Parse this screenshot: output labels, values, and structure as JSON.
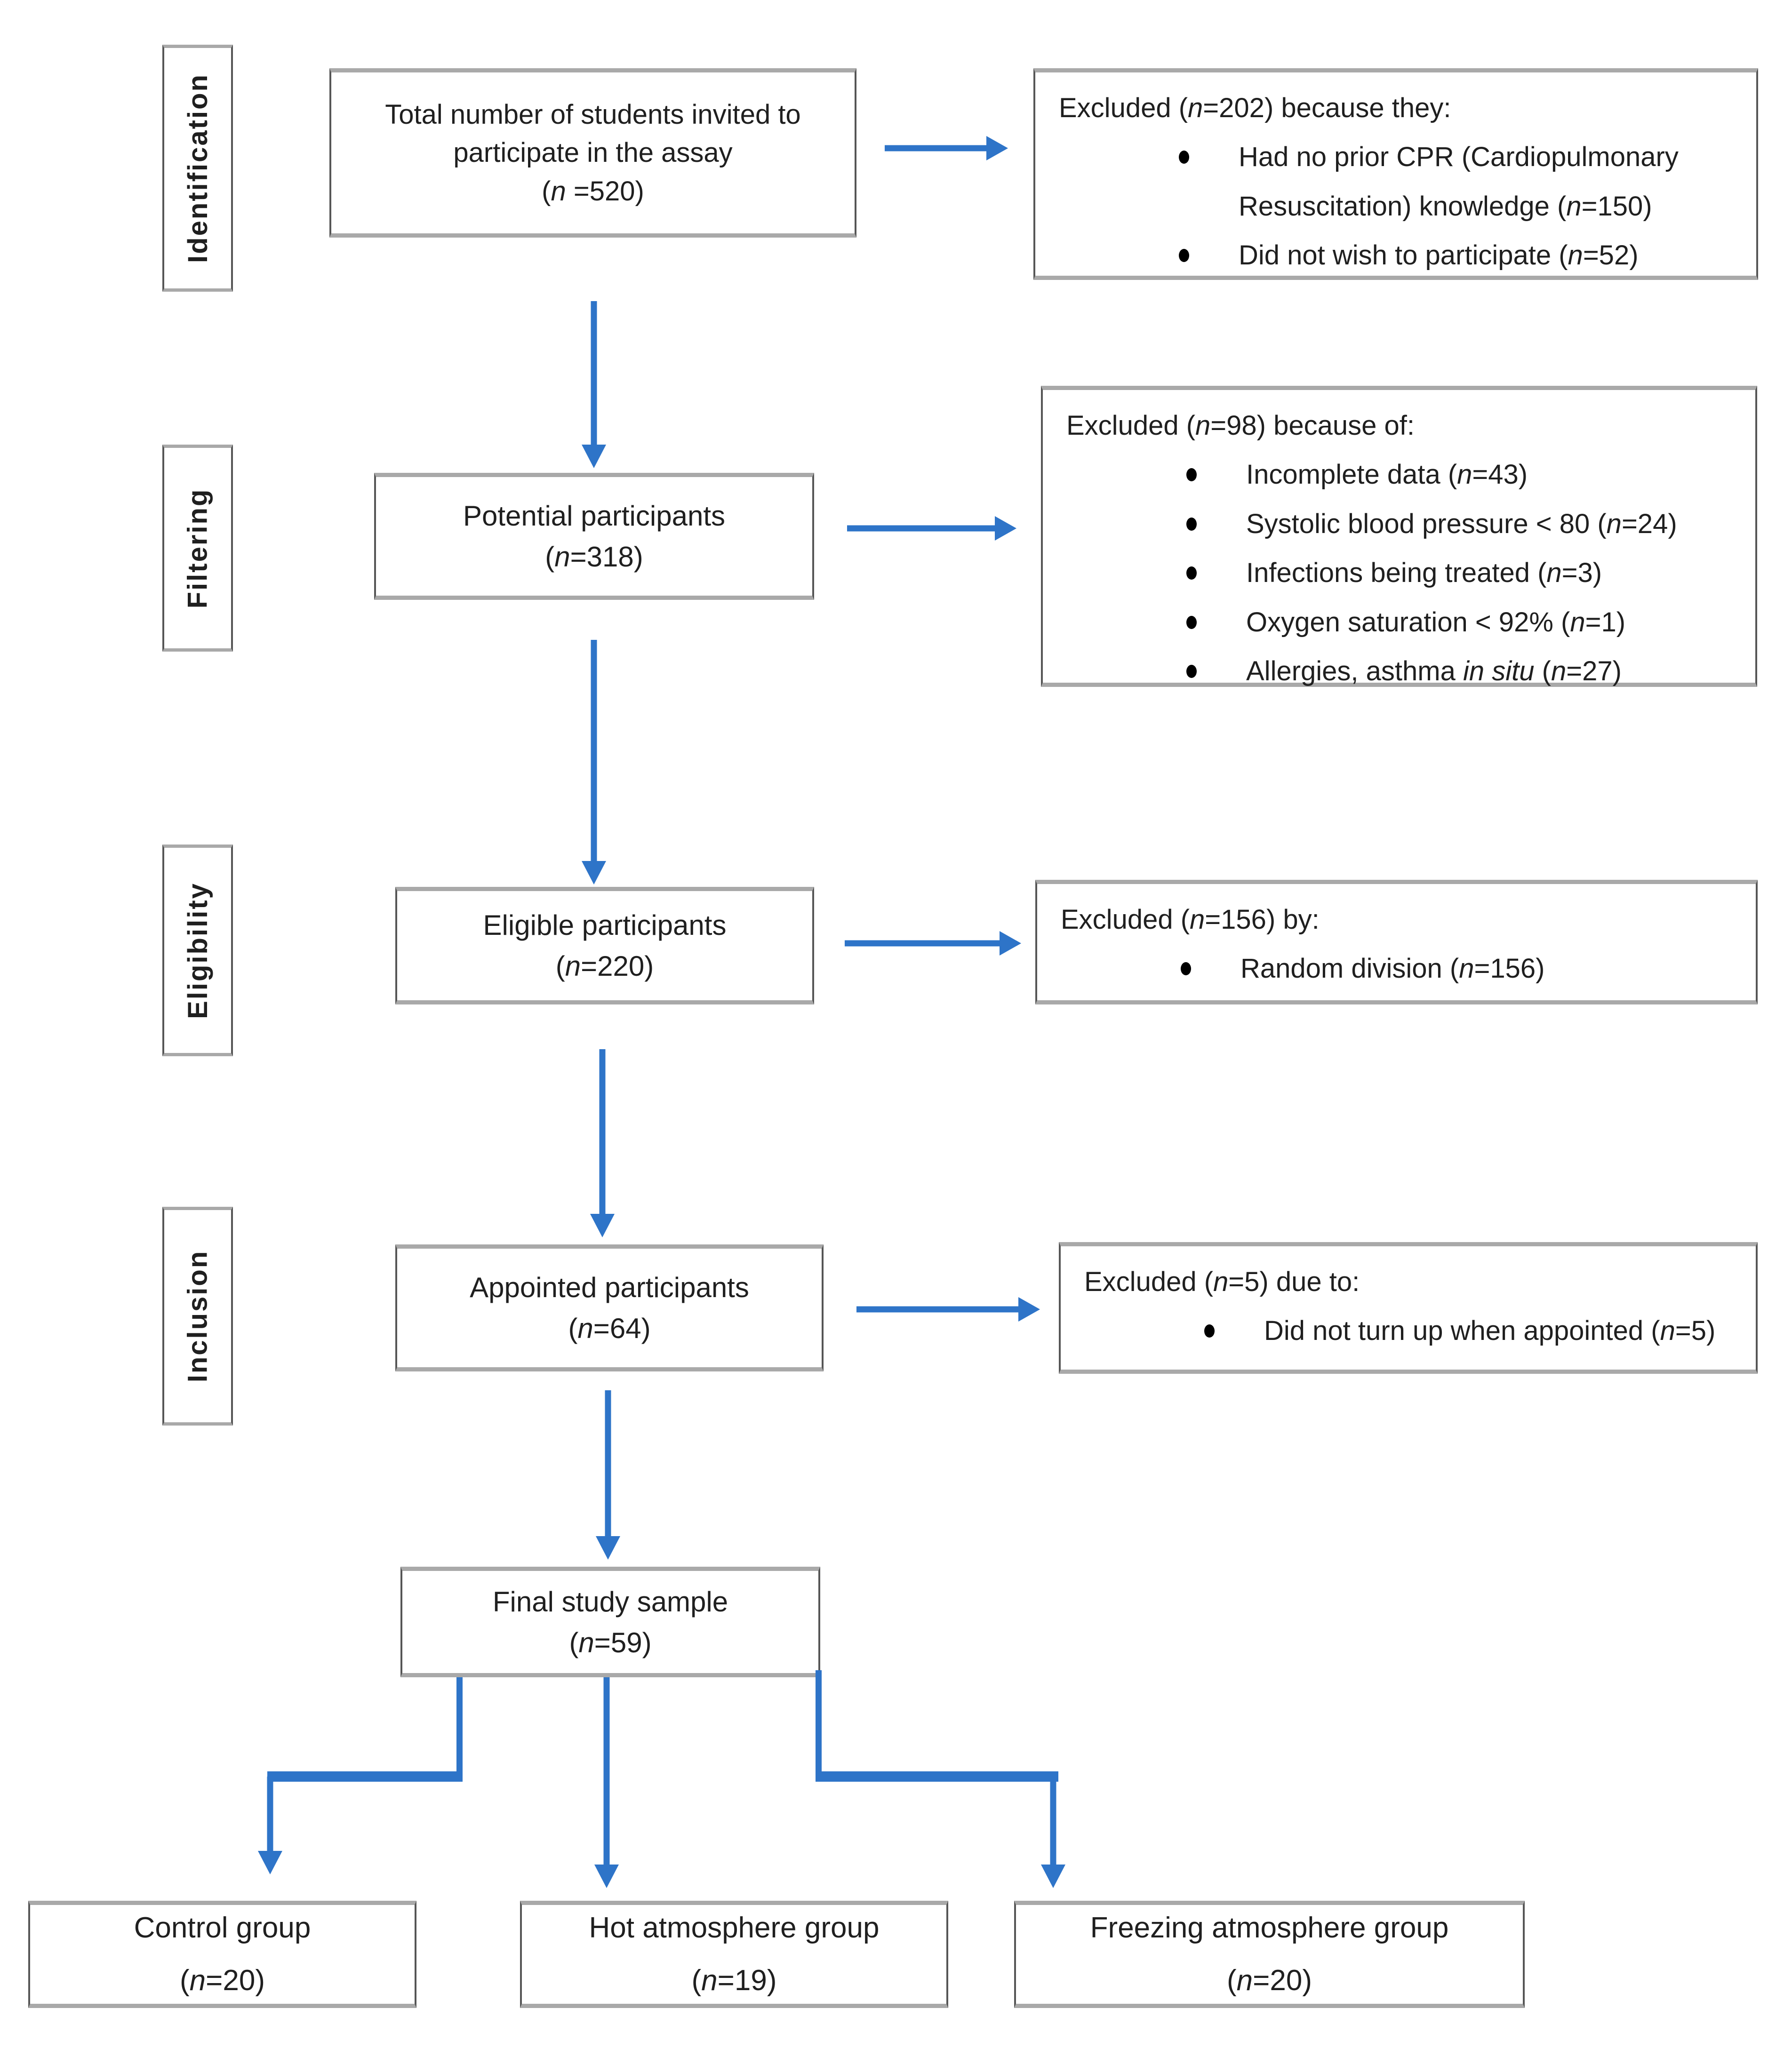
{
  "colors": {
    "arrow_blue": "#2E74C8",
    "box_border_side": "#565656",
    "box_border_topbot": "#A9A9A9",
    "text": "#1F1F1F"
  },
  "stages": [
    {
      "label": "Identification"
    },
    {
      "label": "Filtering"
    },
    {
      "label": "Eligibility"
    },
    {
      "label": "Inclusion"
    }
  ],
  "flow": [
    {
      "name": "total-invited",
      "lines": [
        [
          {
            "t": "Total number of students invited to"
          }
        ],
        [
          {
            "t": "participate in the assay"
          }
        ],
        [
          {
            "t": "("
          },
          {
            "t": "n",
            "i": true
          },
          {
            "t": " =520)"
          }
        ]
      ]
    },
    {
      "name": "potential-participants",
      "lines": [
        [
          {
            "t": "Potential participants"
          }
        ],
        [
          {
            "t": "("
          },
          {
            "t": "n",
            "i": true
          },
          {
            "t": "=318)"
          }
        ]
      ]
    },
    {
      "name": "eligible-participants",
      "lines": [
        [
          {
            "t": "Eligible participants"
          }
        ],
        [
          {
            "t": "("
          },
          {
            "t": "n",
            "i": true
          },
          {
            "t": "=220)"
          }
        ]
      ]
    },
    {
      "name": "appointed-participants",
      "lines": [
        [
          {
            "t": "Appointed participants"
          }
        ],
        [
          {
            "t": "("
          },
          {
            "t": "n",
            "i": true
          },
          {
            "t": "=64)"
          }
        ]
      ]
    },
    {
      "name": "final-study-sample",
      "lines": [
        [
          {
            "t": "Final study sample"
          }
        ],
        [
          {
            "t": "("
          },
          {
            "t": "n",
            "i": true
          },
          {
            "t": "=59)"
          }
        ]
      ]
    }
  ],
  "exclusions": [
    {
      "title": [
        {
          "t": "Excluded ("
        },
        {
          "t": "n",
          "i": true
        },
        {
          "t": "=202) because they:"
        }
      ],
      "bullets": [
        [
          {
            "t": "Had no prior CPR (Cardiopulmonary Resuscitation) knowledge ("
          },
          {
            "t": "n",
            "i": true
          },
          {
            "t": "=150)"
          }
        ],
        [
          {
            "t": "Did not wish to participate ("
          },
          {
            "t": "n",
            "i": true
          },
          {
            "t": "=52)"
          }
        ]
      ]
    },
    {
      "title": [
        {
          "t": "Excluded ("
        },
        {
          "t": "n",
          "i": true
        },
        {
          "t": "=98) because of:"
        }
      ],
      "bullets": [
        [
          {
            "t": "Incomplete data ("
          },
          {
            "t": "n",
            "i": true
          },
          {
            "t": "=43)"
          }
        ],
        [
          {
            "t": "Systolic blood pressure < 80 ("
          },
          {
            "t": "n",
            "i": true
          },
          {
            "t": "=24)"
          }
        ],
        [
          {
            "t": "Infections being treated ("
          },
          {
            "t": "n",
            "i": true
          },
          {
            "t": "=3)"
          }
        ],
        [
          {
            "t": "Oxygen saturation < 92% ("
          },
          {
            "t": "n",
            "i": true
          },
          {
            "t": "=1)"
          }
        ],
        [
          {
            "t": "Allergies, asthma "
          },
          {
            "t": "in situ",
            "i": true
          },
          {
            "t": " ("
          },
          {
            "t": "n",
            "i": true
          },
          {
            "t": "=27)"
          }
        ]
      ]
    },
    {
      "title": [
        {
          "t": "Excluded ("
        },
        {
          "t": "n",
          "i": true
        },
        {
          "t": "=156) by:"
        }
      ],
      "bullets": [
        [
          {
            "t": "Random division ("
          },
          {
            "t": "n",
            "i": true
          },
          {
            "t": "=156)"
          }
        ]
      ]
    },
    {
      "title": [
        {
          "t": "Excluded ("
        },
        {
          "t": "n",
          "i": true
        },
        {
          "t": "=5) due to:"
        }
      ],
      "bullets": [
        [
          {
            "t": "Did not turn up when appointed ("
          },
          {
            "t": "n",
            "i": true
          },
          {
            "t": "=5)"
          }
        ]
      ]
    }
  ],
  "groups": [
    {
      "name": "control",
      "lines": [
        [
          {
            "t": "Control group"
          }
        ],
        [
          {
            "t": "("
          },
          {
            "t": "n",
            "i": true
          },
          {
            "t": "=20)"
          }
        ]
      ]
    },
    {
      "name": "hot-atmosphere",
      "lines": [
        [
          {
            "t": "Hot atmosphere group"
          }
        ],
        [
          {
            "t": "("
          },
          {
            "t": "n",
            "i": true
          },
          {
            "t": "=19)"
          }
        ]
      ]
    },
    {
      "name": "freezing-atmosphere",
      "lines": [
        [
          {
            "t": "Freezing atmosphere group"
          }
        ],
        [
          {
            "t": "("
          },
          {
            "t": "n",
            "i": true
          },
          {
            "t": "=20)"
          }
        ]
      ]
    }
  ]
}
